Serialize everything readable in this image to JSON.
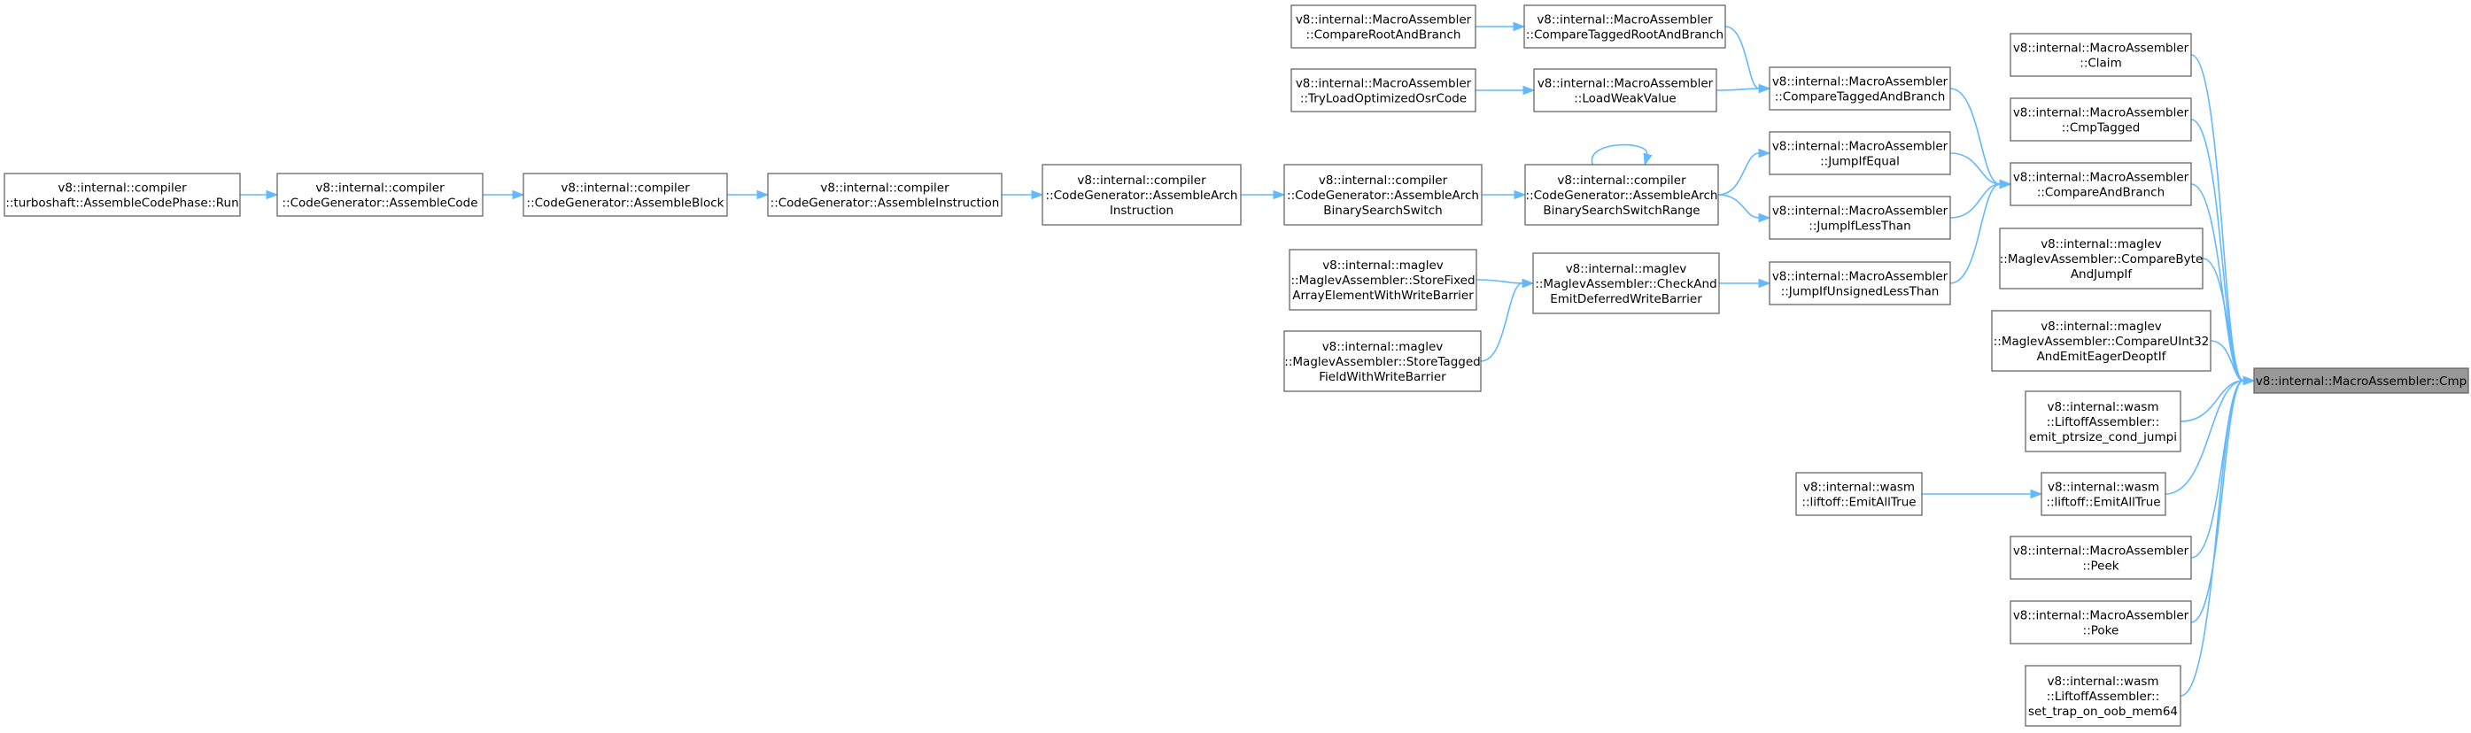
{
  "graph": {
    "accent_color": "#63b8ff",
    "root_fill": "#999999",
    "nodes": {
      "turbo_run": [
        "v8::internal::compiler",
        "::turboshaft::AssembleCodePhase::Run"
      ],
      "asm_code": [
        "v8::internal::compiler",
        "::CodeGenerator::AssembleCode"
      ],
      "asm_block": [
        "v8::internal::compiler",
        "::CodeGenerator::AssembleBlock"
      ],
      "asm_instr": [
        "v8::internal::compiler",
        "::CodeGenerator::AssembleInstruction"
      ],
      "asm_arch_instr": [
        "v8::internal::compiler",
        "::CodeGenerator::AssembleArch",
        "Instruction"
      ],
      "bin_switch": [
        "v8::internal::compiler",
        "::CodeGenerator::AssembleArch",
        "BinarySearchSwitch"
      ],
      "bin_switch_range": [
        "v8::internal::compiler",
        "::CodeGenerator::AssembleArch",
        "BinarySearchSwitchRange"
      ],
      "cmp_root_branch": [
        "v8::internal::MacroAssembler",
        "::CompareRootAndBranch"
      ],
      "cmp_tagged_root_branch": [
        "v8::internal::MacroAssembler",
        "::CompareTaggedRootAndBranch"
      ],
      "try_load_osr": [
        "v8::internal::MacroAssembler",
        "::TryLoadOptimizedOsrCode"
      ],
      "load_weak": [
        "v8::internal::MacroAssembler",
        "::LoadWeakValue"
      ],
      "cmp_tagged_branch": [
        "v8::internal::MacroAssembler",
        "::CompareTaggedAndBranch"
      ],
      "jump_equal": [
        "v8::internal::MacroAssembler",
        "::JumpIfEqual"
      ],
      "jump_less": [
        "v8::internal::MacroAssembler",
        "::JumpIfLessThan"
      ],
      "jump_unsigned_less": [
        "v8::internal::MacroAssembler",
        "::JumpIfUnsignedLessThan"
      ],
      "store_fixed": [
        "v8::internal::maglev",
        "::MaglevAssembler::StoreFixed",
        "ArrayElementWithWriteBarrier"
      ],
      "store_tagged": [
        "v8::internal::maglev",
        "::MaglevAssembler::StoreTagged",
        "FieldWithWriteBarrier"
      ],
      "check_emit_barrier": [
        "v8::internal::maglev",
        "::MaglevAssembler::CheckAnd",
        "EmitDeferredWriteBarrier"
      ],
      "claim": [
        "v8::internal::MacroAssembler",
        "::Claim"
      ],
      "cmp_tagged": [
        "v8::internal::MacroAssembler",
        "::CmpTagged"
      ],
      "cmp_and_branch": [
        "v8::internal::MacroAssembler",
        "::CompareAndBranch"
      ],
      "cmp_byte_jump": [
        "v8::internal::maglev",
        "::MaglevAssembler::CompareByte",
        "AndJumpIf"
      ],
      "cmp_uint32_deopt": [
        "v8::internal::maglev",
        "::MaglevAssembler::CompareUInt32",
        "AndEmitEagerDeoptIf"
      ],
      "emit_ptrsize_cond": [
        "v8::internal::wasm",
        "::LiftoffAssembler::",
        "emit_ptrsize_cond_jumpi"
      ],
      "liftoff_emit_all_true_a": [
        "v8::internal::wasm",
        "::liftoff::EmitAllTrue"
      ],
      "liftoff_emit_all_true_b": [
        "v8::internal::wasm",
        "::liftoff::EmitAllTrue"
      ],
      "peek": [
        "v8::internal::MacroAssembler",
        "::Peek"
      ],
      "poke": [
        "v8::internal::MacroAssembler",
        "::Poke"
      ],
      "set_trap_oob": [
        "v8::internal::wasm",
        "::LiftoffAssembler::",
        "set_trap_on_oob_mem64"
      ],
      "cmp_root": [
        "v8::internal::MacroAssembler::Cmp"
      ]
    },
    "edges": [
      [
        "asm_code",
        "turbo_run"
      ],
      [
        "asm_block",
        "asm_code"
      ],
      [
        "asm_instr",
        "asm_block"
      ],
      [
        "asm_arch_instr",
        "asm_instr"
      ],
      [
        "bin_switch",
        "asm_arch_instr"
      ],
      [
        "bin_switch_range",
        "bin_switch"
      ],
      [
        "bin_switch_range",
        "bin_switch_range"
      ],
      [
        "cmp_tagged_root_branch",
        "cmp_root_branch"
      ],
      [
        "load_weak",
        "try_load_osr"
      ],
      [
        "cmp_tagged_branch",
        "cmp_tagged_root_branch"
      ],
      [
        "cmp_tagged_branch",
        "load_weak"
      ],
      [
        "jump_equal",
        "bin_switch_range"
      ],
      [
        "jump_less",
        "bin_switch_range"
      ],
      [
        "check_emit_barrier",
        "store_fixed"
      ],
      [
        "check_emit_barrier",
        "store_tagged"
      ],
      [
        "jump_unsigned_less",
        "check_emit_barrier"
      ],
      [
        "cmp_and_branch",
        "cmp_tagged_branch"
      ],
      [
        "cmp_and_branch",
        "jump_equal"
      ],
      [
        "cmp_and_branch",
        "jump_less"
      ],
      [
        "cmp_and_branch",
        "jump_unsigned_less"
      ],
      [
        "liftoff_emit_all_true_b",
        "liftoff_emit_all_true_a"
      ],
      [
        "cmp_root",
        "claim"
      ],
      [
        "cmp_root",
        "cmp_tagged"
      ],
      [
        "cmp_root",
        "cmp_and_branch"
      ],
      [
        "cmp_root",
        "cmp_byte_jump"
      ],
      [
        "cmp_root",
        "cmp_uint32_deopt"
      ],
      [
        "cmp_root",
        "emit_ptrsize_cond"
      ],
      [
        "cmp_root",
        "liftoff_emit_all_true_b"
      ],
      [
        "cmp_root",
        "peek"
      ],
      [
        "cmp_root",
        "poke"
      ],
      [
        "cmp_root",
        "set_trap_oob"
      ]
    ]
  }
}
